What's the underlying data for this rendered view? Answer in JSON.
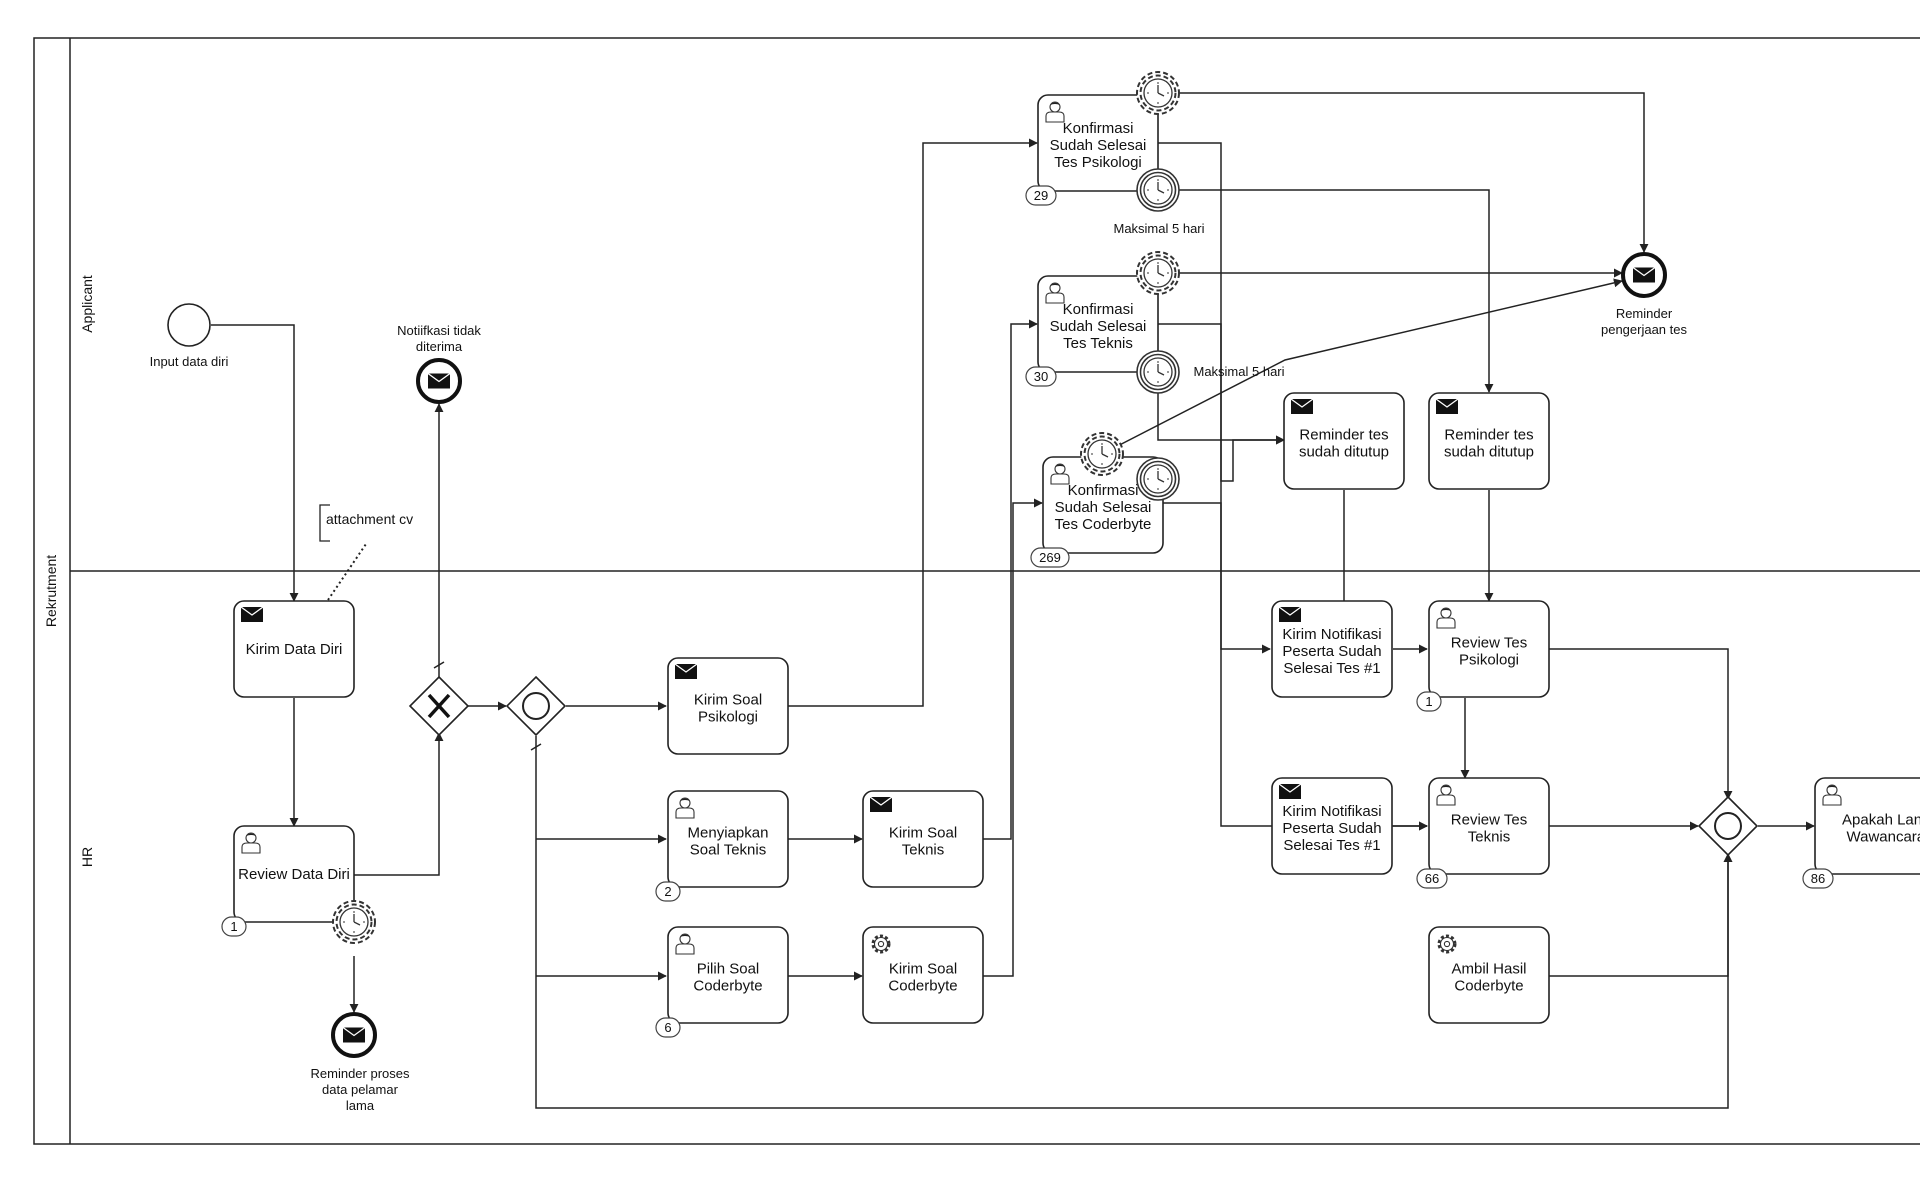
{
  "pool": {
    "label": "Rekrutment"
  },
  "lanes": {
    "applicant": "Applicant",
    "hr": "HR"
  },
  "events": {
    "start": "Input data diri",
    "notif_end": [
      "Notiifkasi tidak",
      "diterima"
    ],
    "reminder_end": [
      "Reminder",
      "pengerjaan tes"
    ],
    "reminder_proses": [
      "Reminder proses",
      "data pelamar",
      "lama"
    ],
    "maks1": "Maksimal 5 hari",
    "maks2": "Maksimal 5 hari"
  },
  "annotation": "attachment cv",
  "tasks": {
    "kirim_data_diri": [
      "Kirim Data Diri"
    ],
    "review_data_diri": [
      "Review Data Diri"
    ],
    "kirim_soal_psikologi": [
      "Kirim Soal",
      "Psikologi"
    ],
    "menyiapkan_soal": [
      "Menyiapkan",
      "Soal Teknis"
    ],
    "kirim_soal_teknis": [
      "Kirim Soal",
      "Teknis"
    ],
    "pilih_soal": [
      "Pilih Soal",
      "Coderbyte"
    ],
    "kirim_soal_coderbyte": [
      "Kirim Soal",
      "Coderbyte"
    ],
    "konf_psikologi": [
      "Konfirmasi",
      "Sudah Selesai",
      "Tes Psikologi"
    ],
    "konf_teknis": [
      "Konfirmasi",
      "Sudah Selesai",
      "Tes Teknis"
    ],
    "konf_coderbyte": [
      "Konfirmasi",
      "Sudah Selesai",
      "Tes Coderbyte"
    ],
    "reminder1": [
      "Reminder tes",
      "sudah ditutup"
    ],
    "reminder2": [
      "Reminder tes",
      "sudah ditutup"
    ],
    "notif1": [
      "Kirim Notifikasi",
      "Peserta Sudah",
      "Selesai Tes #1"
    ],
    "notif2": [
      "Kirim Notifikasi",
      "Peserta Sudah",
      "Selesai Tes #1"
    ],
    "review_psikologi": [
      "Review Tes",
      "Psikologi"
    ],
    "review_teknis": [
      "Review Tes",
      "Teknis"
    ],
    "ambil_hasil": [
      "Ambil Hasil",
      "Coderbyte"
    ],
    "apakah": [
      "Apakah Lanjut",
      "Wawancara?"
    ]
  },
  "badges": {
    "review_data_diri": "1",
    "menyiapkan_soal": "2",
    "pilih_soal": "6",
    "konf_psikologi": "29",
    "konf_teknis": "30",
    "konf_coderbyte": "269",
    "review_psikologi": "1",
    "review_teknis": "66",
    "apakah": "86"
  },
  "icons": {
    "send": "envelope-icon",
    "user": "user-icon",
    "service": "gear-icon",
    "timer": "clock-icon",
    "xor": "x-icon"
  }
}
